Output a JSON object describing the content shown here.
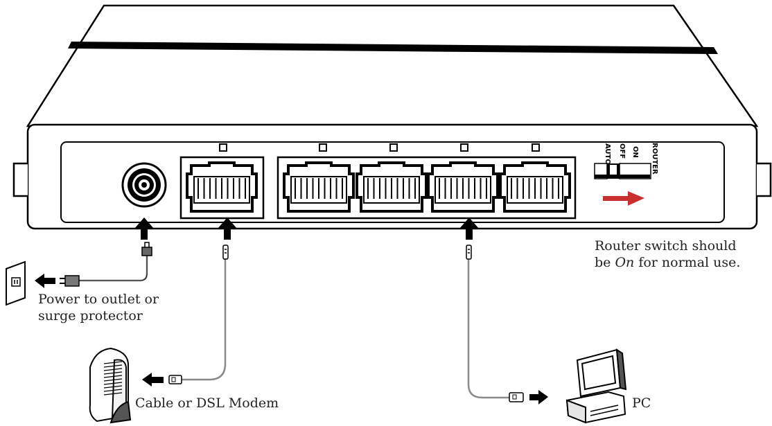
{
  "switch_labels": {
    "auto": "AUTO",
    "off": "OFF",
    "on": "ON",
    "router": "ROUTER"
  },
  "labels": {
    "power_line1": "Power to outlet or",
    "power_line2": "surge protector",
    "modem": "Cable or DSL Modem",
    "pc": "PC",
    "router_note_line1": "Router switch should",
    "router_note_line2_pre": "be ",
    "router_note_line2_em": "On",
    "router_note_line2_post": " for normal use."
  },
  "colors": {
    "accent_arrow": "#c8302f",
    "line": "#000000",
    "cable": "#8a8a8a"
  },
  "icons": [
    "power-jack-icon",
    "ethernet-port-icon",
    "wall-outlet-icon",
    "modem-icon",
    "pc-icon",
    "arrow-icon"
  ]
}
